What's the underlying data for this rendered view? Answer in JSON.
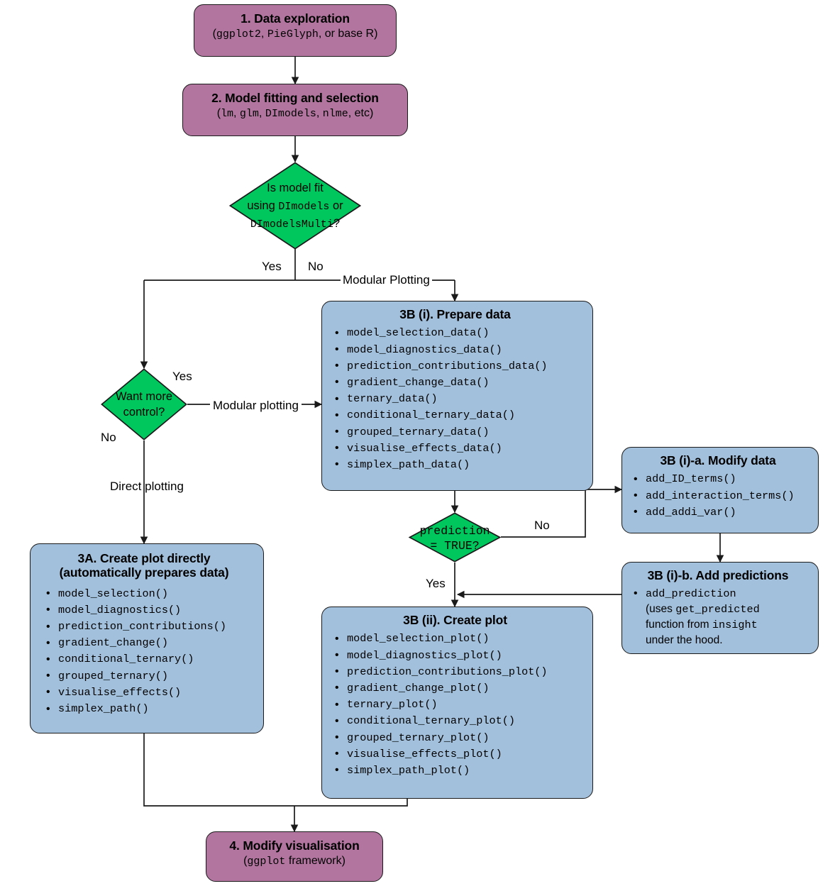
{
  "diagram": {
    "title": "DImodelsVis plotting workflow",
    "colors": {
      "purple": "#b2759f",
      "blue": "#a2c0dc",
      "green": "#00c65e",
      "stroke": "#1a1a1a",
      "background": "#ffffff"
    }
  },
  "nodes": {
    "data_exploration": {
      "title": "1. Data exploration",
      "subtitle_parts": [
        "(",
        "ggplot2",
        ", ",
        "PieGlyph",
        ", or base R)"
      ],
      "subtitle": "(ggplot2, PieGlyph, or base R)"
    },
    "model_fitting": {
      "title": "2. Model fitting and selection",
      "subtitle": "(lm, glm, DImodels, nlme, etc)"
    },
    "prepare_data": {
      "title": "3B (i). Prepare data",
      "items": [
        "model_selection_data()",
        "model_diagnostics_data()",
        "prediction_contributions_data()",
        "gradient_change_data()",
        "ternary_data()",
        "conditional_ternary_data()",
        "grouped_ternary_data()",
        "visualise_effects_data()",
        "simplex_path_data()"
      ]
    },
    "modify_data": {
      "title": "3B (i)-a. Modify data",
      "items": [
        "add_ID_terms()",
        "add_interaction_terms()",
        "add_addi_var()"
      ]
    },
    "add_predictions": {
      "title": "3B (i)-b. Add predictions",
      "item_parts": {
        "fn": "add_prediction",
        "line2_pre": "(uses ",
        "line2_mono": "get_predicted",
        "line3_pre": "function from ",
        "line3_mono": "insight",
        "line4": "under the hood."
      }
    },
    "create_plot_directly": {
      "title_line1": "3A. Create plot directly",
      "title_line2": "(automatically prepares data)",
      "items": [
        "model_selection()",
        "model_diagnostics()",
        "prediction_contributions()",
        "gradient_change()",
        "conditional_ternary()",
        "grouped_ternary()",
        "visualise_effects()",
        "simplex_path()"
      ]
    },
    "create_plot": {
      "title": "3B (ii). Create plot",
      "items": [
        "model_selection_plot()",
        "model_diagnostics_plot()",
        "prediction_contributions_plot()",
        "gradient_change_plot()",
        "ternary_plot()",
        "conditional_ternary_plot()",
        "grouped_ternary_plot()",
        "visualise_effects_plot()",
        "simplex_path_plot()"
      ]
    },
    "modify_visualisation": {
      "title": "4. Modify visualisation",
      "subtitle": "(ggplot framework)"
    }
  },
  "decisions": {
    "model_fit_check": {
      "line1": "Is model fit",
      "line2_pre": "using ",
      "line2_mono": "DImodels",
      "line2_post": " or",
      "line3_mono": "DImodelsMulti",
      "line3_post": "?"
    },
    "want_more_control": {
      "line1": "Want more",
      "line2": "control?"
    },
    "prediction_true": {
      "line1": "prediction",
      "line2": "= TRUE?"
    }
  },
  "edge_labels": {
    "fit_yes": "Yes",
    "fit_no": "No",
    "modular_plotting_top": "Modular Plotting",
    "control_yes": "Yes",
    "control_no": "No",
    "modular_plotting_mid": "Modular plotting",
    "direct_plotting": "Direct plotting",
    "prediction_no": "No",
    "prediction_yes": "Yes"
  }
}
